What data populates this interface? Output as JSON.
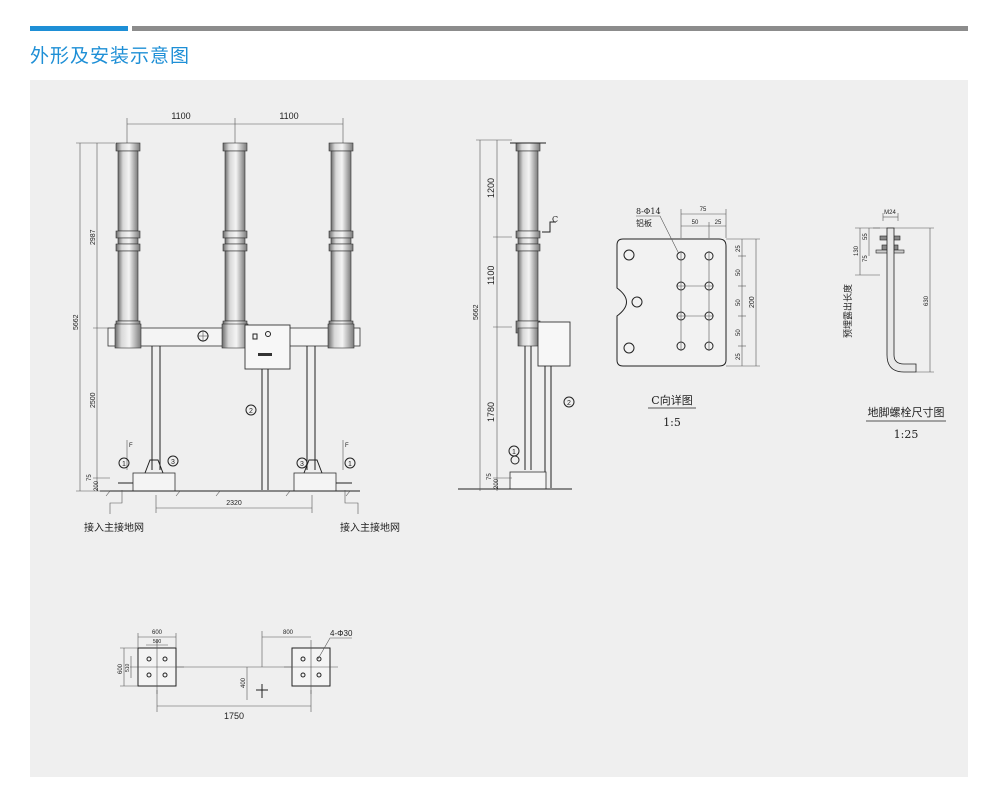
{
  "page": {
    "title": "外形及安装示意图"
  },
  "front_view": {
    "dim_top_left": "1100",
    "dim_top_right": "1100",
    "dim_total_height": "5662",
    "dim_upper": "2987",
    "dim_lower": "2500",
    "dim_small": "75",
    "dim_base": "200",
    "dim_spacing": "2320",
    "callout_1": "1",
    "callout_2": "2",
    "callout_3": "3",
    "label_ground_left": "接入主接地网",
    "label_ground_right": "接入主接地网"
  },
  "side_view": {
    "dim_total": "5662",
    "dim_a": "1200",
    "dim_b": "1100",
    "dim_c": "1780",
    "dim_small": "75",
    "dim_base": "200",
    "label_c": "C"
  },
  "detail_c": {
    "label_holes": "8-Φ14",
    "label_plate": "铝板",
    "dim_75": "75",
    "dim_50": "50",
    "dim_25": "25",
    "dim_200": "200",
    "caption": "C向详图",
    "scale": "1:5"
  },
  "anchor_bolt": {
    "dim_m24": "M24",
    "dim_130": "130",
    "dim_55": "55",
    "dim_75": "75",
    "dim_630": "630",
    "label_vertical": "预埋露出长度",
    "caption": "地脚螺栓尺寸图",
    "scale": "1:25"
  },
  "plan_view": {
    "dim_600_top": "600",
    "dim_500": "500",
    "dim_600_side": "600",
    "dim_510": "510",
    "dim_800": "800",
    "dim_400": "400",
    "dim_1750": "1750",
    "label_holes": "4-Φ30"
  }
}
